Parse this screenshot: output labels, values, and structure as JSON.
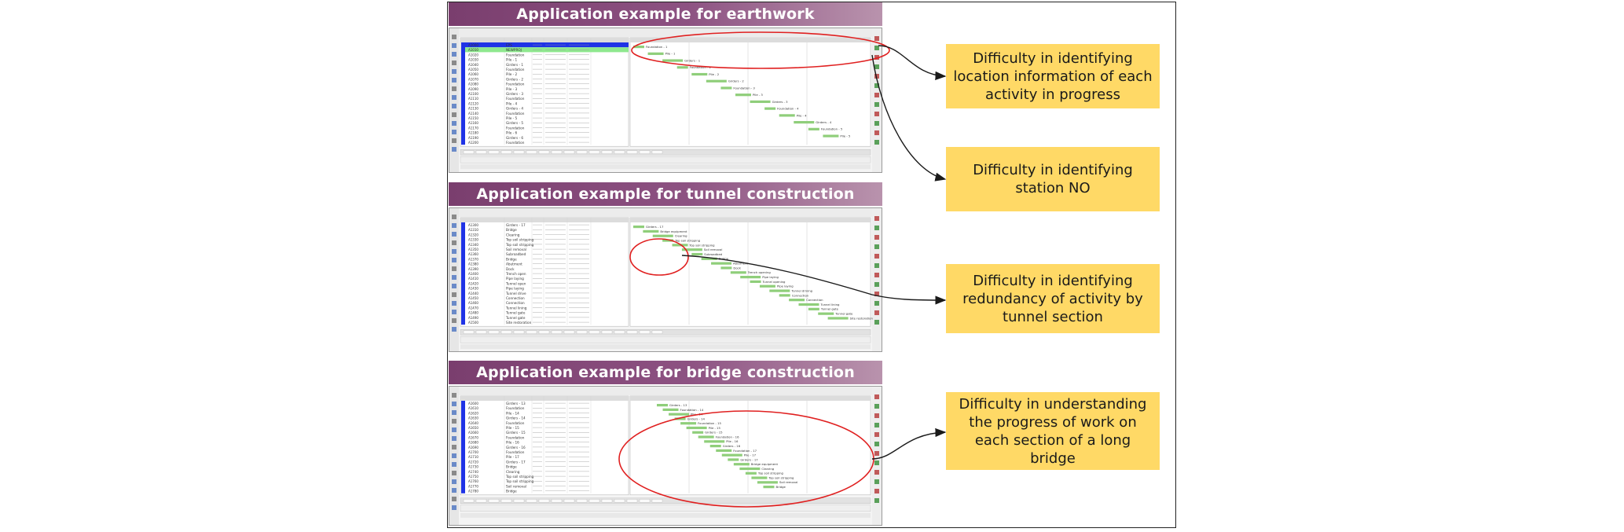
{
  "sections": [
    {
      "banner": "Application example for earthwork",
      "task_names": [
        "EPS",
        "NEWPROJ",
        "Foundation",
        "Pile - 1",
        "Girders - 1",
        "Foundation",
        "Pile - 2",
        "Girders - 2",
        "Foundation",
        "Pile - 3",
        "Girders - 3",
        "Foundation",
        "Pile - 4",
        "Girders - 4",
        "Foundation",
        "Pile - 5",
        "Girders - 5",
        "Foundation",
        "Pile - 6",
        "Girders - 6",
        "Foundation"
      ],
      "bar_labels": [
        "Foundation - 1",
        "Pile - 1",
        "Girders - 1",
        "Foundation - 2",
        "Pile - 2",
        "Girders - 2",
        "Foundation - 3",
        "Pile - 3",
        "Girders - 3",
        "Foundation - 4",
        "Pile - 4",
        "Girders - 4",
        "Foundation - 5",
        "Pile - 5"
      ]
    },
    {
      "banner": "Application example for tunnel construction",
      "task_names": [
        "Girders - 17",
        "Bridge",
        "Clearing",
        "Top soil stripping",
        "Top soil stripping",
        "Soil removal",
        "Subroadbed",
        "Bridge",
        "Abutment",
        "Dock",
        "Trench open",
        "Pipe laying",
        "Tunnel open",
        "Pipe laying",
        "Tunnel drive",
        "Connection",
        "Connection",
        "Tunnel lining",
        "Tunnel gate",
        "Tunnel gate",
        "Site restoration"
      ],
      "bar_labels": [
        "Girders - 17",
        "Bridge equipment",
        "Clearing",
        "Top soil stripping",
        "Top soil stripping",
        "Soil removal",
        "Subroadbed",
        "Bridge",
        "Abutment",
        "Dock",
        "Trench opening",
        "Pipe laying",
        "Tunnel opening",
        "Pipe laying",
        "Tunnel driving",
        "Connection",
        "Connection",
        "Tunnel lining",
        "Tunnel gate",
        "Tunnel gate",
        "Site restoration"
      ]
    },
    {
      "banner": "Application example for bridge construction",
      "task_names": [
        "Girders - 13",
        "Foundation",
        "Pile - 14",
        "Girders - 14",
        "Foundation",
        "Pile - 15",
        "Girders - 15",
        "Foundation",
        "Pile - 16",
        "Girders - 16",
        "Foundation",
        "Pile - 17",
        "Girders - 17",
        "Bridge",
        "Clearing",
        "Top soil stripping",
        "Top soil stripping",
        "Soil removal",
        "Bridge"
      ],
      "bar_labels": [
        "Girders - 13",
        "Foundation - 14",
        "Pile - 14",
        "Girders - 14",
        "Foundation - 15",
        "Pile - 15",
        "Girders - 15",
        "Foundation - 16",
        "Pile - 16",
        "Girders - 16",
        "Foundation - 17",
        "Pile - 17",
        "Girders - 17",
        "Bridge equipment",
        "Clearing",
        "Top soil stripping",
        "Top soil stripping",
        "Soil removal",
        "Bridge"
      ]
    }
  ],
  "callouts": [
    "Difficulty in identifying location information of each activity in progress",
    "Difficulty in identifying station NO",
    "Difficulty in identifying redundancy of activity by tunnel section",
    "Difficulty in understanding the progress of work on each section of a long bridge"
  ],
  "colors": {
    "banner": "#8d5282",
    "callout_fill": "#ffd966",
    "highlight_ellipse": "#e02020",
    "gantt_bar": "#8fce7a",
    "eps_row": "#1f33e6",
    "project_row": "#8ee88e"
  }
}
